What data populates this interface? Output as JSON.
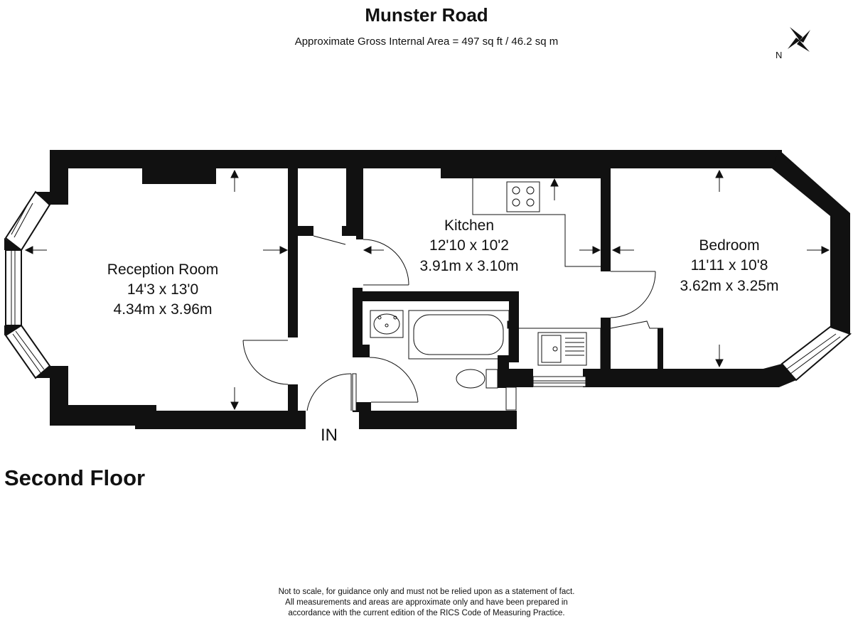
{
  "header": {
    "title": "Munster Road",
    "area": "Approximate Gross Internal Area = 497 sq ft / 46.2 sq m"
  },
  "compass": {
    "label": "N"
  },
  "floor": {
    "label": "Second Floor"
  },
  "entrance": {
    "label": "IN"
  },
  "rooms": {
    "reception": {
      "name": "Reception Room",
      "imperial": "14'3 x 13'0",
      "metric": "4.34m x 3.96m"
    },
    "kitchen": {
      "name": "Kitchen",
      "imperial": "12'10 x 10'2",
      "metric": "3.91m x 3.10m"
    },
    "bedroom": {
      "name": "Bedroom",
      "imperial": "11'11 x 10'8",
      "metric": "3.62m x 3.25m"
    }
  },
  "disclaimer": {
    "line1": "Not to scale, for guidance only and must not be relied upon as a statement of fact.",
    "line2": "All measurements and areas are approximate only and have been prepared in",
    "line3": "accordance with the current edition of the RICS Code of Measuring Practice."
  }
}
